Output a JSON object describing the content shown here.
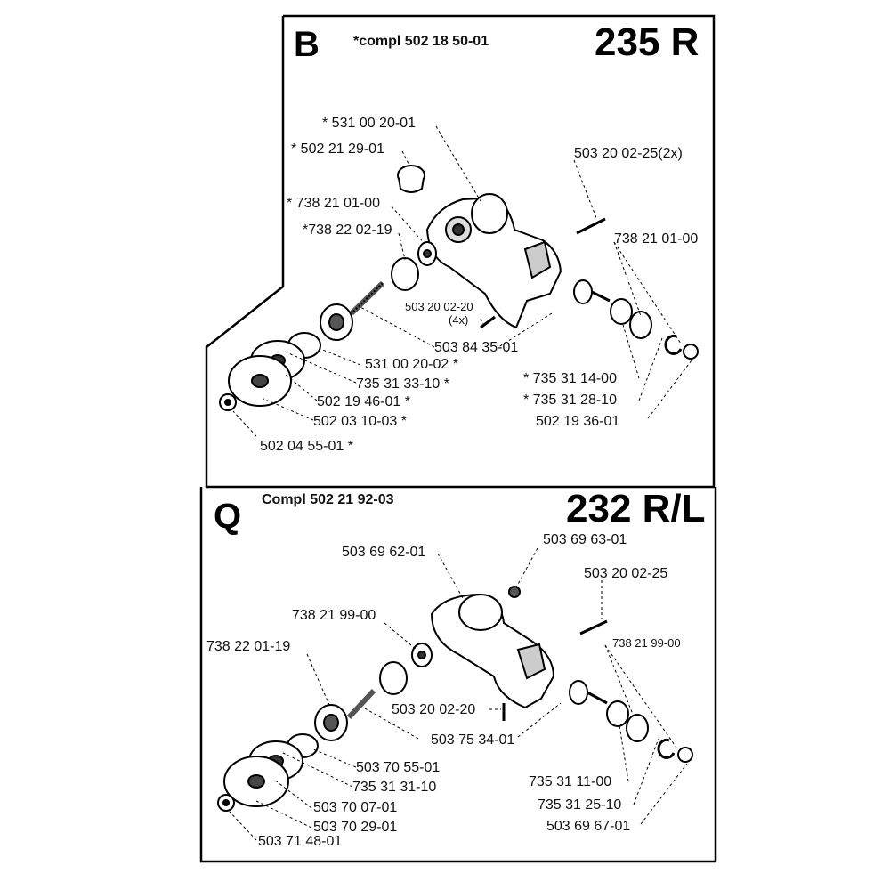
{
  "panel_b": {
    "letter": "B",
    "compl": "*compl 502 18 50-01",
    "model": "235 R",
    "parts": [
      "* 531 00 20-01",
      "* 502 21 29-01",
      "503 20 02-25(2x)",
      "* 738 21 01-00",
      "*738 22 02-19",
      "738 21 01-00",
      "503 20 02-20",
      "(4x)",
      "503 84 35-01",
      "531 00 20-02 *",
      "735 31 33-10 *",
      "502 19 46-01 *",
      "502 03 10-03 *",
      "502 04 55-01 *",
      "* 735 31 14-00",
      "* 735 31 28-10",
      "502 19 36-01"
    ]
  },
  "panel_q": {
    "letter": "Q",
    "compl": "Compl 502 21 92-03",
    "model": "232 R/L",
    "parts": [
      "503 69 62-01",
      "503 69 63-01",
      "503 20 02-25",
      "738 21 99-00",
      "738 21 99-00",
      "738 22 01-19",
      "503 20 02-20",
      "503 75 34-01",
      "503 70 55-01",
      "735 31 31-10",
      "503 70 07-01",
      "503 70 29-01",
      "503 71 48-01",
      "735 31 11-00",
      "735 31 25-10",
      "503 69 67-01"
    ]
  }
}
